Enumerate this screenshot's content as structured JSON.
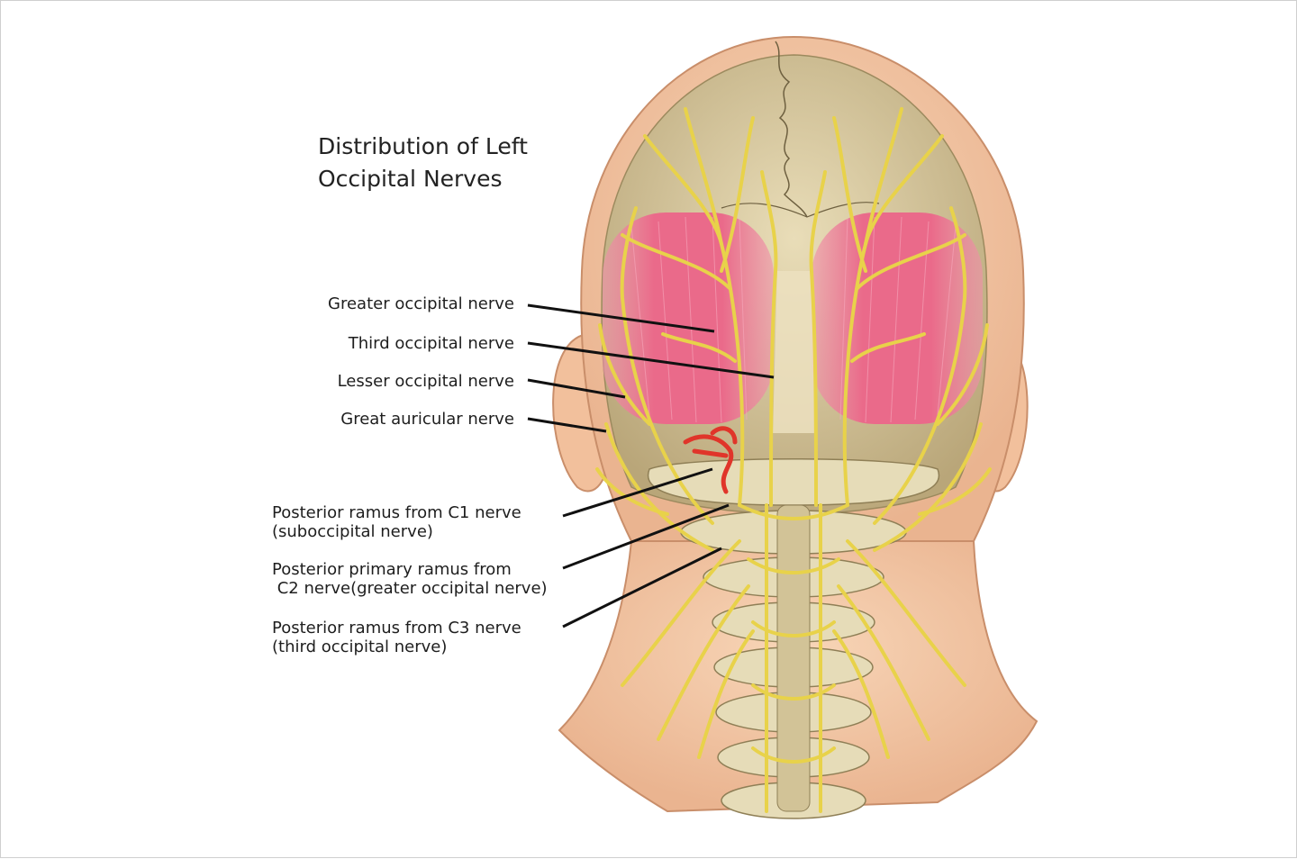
{
  "title": {
    "line1": "Distribution of Left",
    "line2": "Occipital Nerves"
  },
  "labels": [
    {
      "lines": [
        "Greater occipital nerve"
      ]
    },
    {
      "lines": [
        "Third occipital nerve"
      ]
    },
    {
      "lines": [
        "Lesser occipital nerve"
      ]
    },
    {
      "lines": [
        "Great auricular nerve"
      ]
    },
    {
      "lines": [
        "Posterior ramus from C1 nerve",
        "(suboccipital nerve)"
      ]
    },
    {
      "lines": [
        "Posterior primary ramus from",
        " C2 nerve(greater occipital nerve)"
      ]
    },
    {
      "lines": [
        "Posterior ramus from C3 nerve",
        "(third occipital nerve)"
      ]
    }
  ],
  "colors": {
    "skin": "#f4c8a4",
    "skin_shadow": "#e3a985",
    "skull": "#d9c9a0",
    "muscle": "#ec6c8c",
    "nerve": "#e8d24a",
    "nerve_outline": "#a08a1e",
    "artery": "#e0352a",
    "vertebra": "#e6dcb8",
    "leader_line": "#111111"
  }
}
